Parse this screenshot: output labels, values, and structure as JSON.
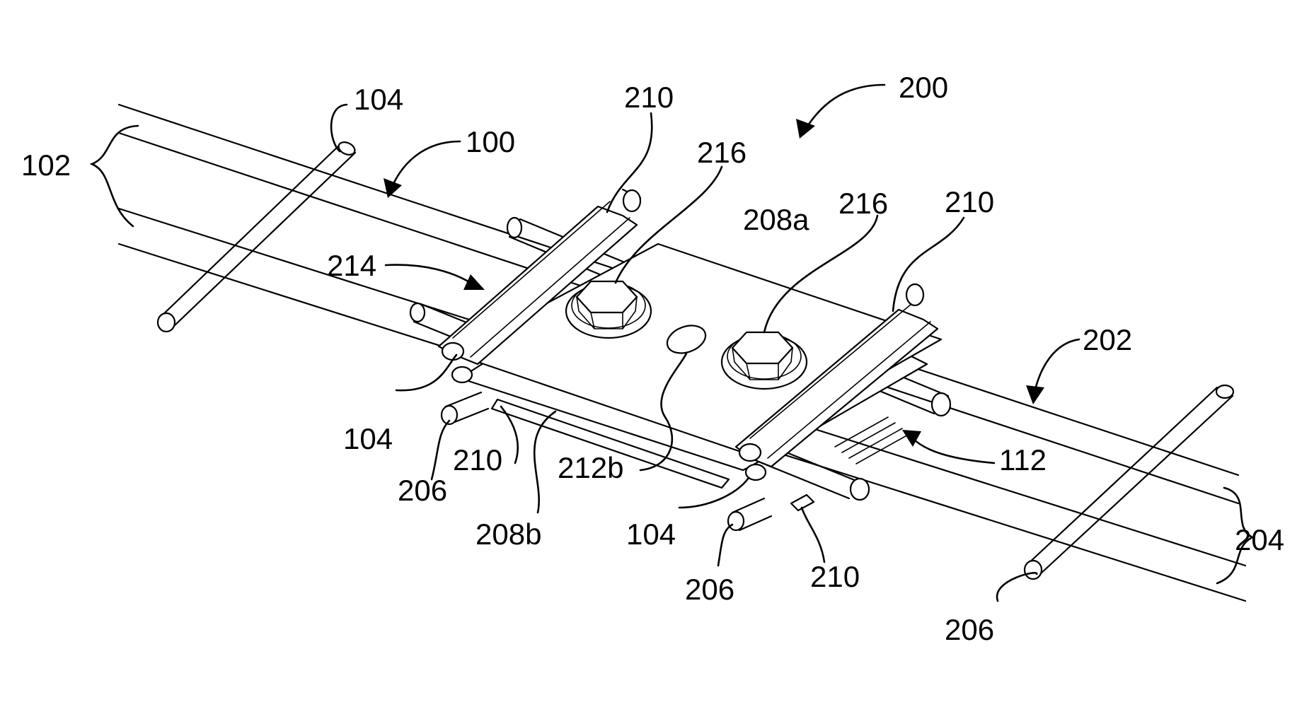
{
  "figure": {
    "labels": {
      "l102": "102",
      "l104_top": "104",
      "l100": "100",
      "l210_top_left": "210",
      "l200": "200",
      "l216_left": "216",
      "l208a": "208a",
      "l216_right": "216",
      "l210_top_right": "210",
      "l214": "214",
      "l202": "202",
      "l104_left": "104",
      "l206_left": "206",
      "l210_bottom_left": "210",
      "l212b": "212b",
      "l112": "112",
      "l208b": "208b",
      "l104_mid": "104",
      "l206_mid": "206",
      "l210_bottom_right": "210",
      "l204": "204",
      "l206_right": "206"
    }
  }
}
